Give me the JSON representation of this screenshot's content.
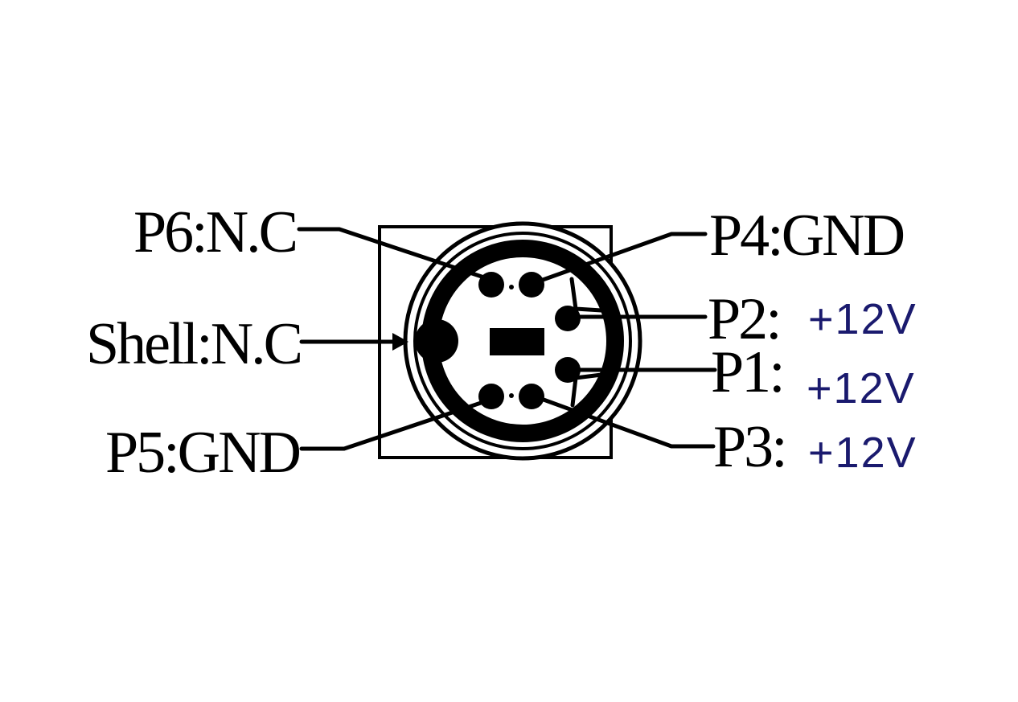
{
  "labels": {
    "p6": "P6:N.C",
    "shell": "Shell:N.C",
    "p5": "P5:GND",
    "p4": "P4:GND",
    "p2": "P2:",
    "p1": "P1:",
    "p3": "P3:"
  },
  "voltages": {
    "p2": "+12V",
    "p1": "+12V",
    "p3": "+12V"
  },
  "colors": {
    "line": "#000000",
    "voltage": "#1a1a6e",
    "background": "#ffffff"
  }
}
